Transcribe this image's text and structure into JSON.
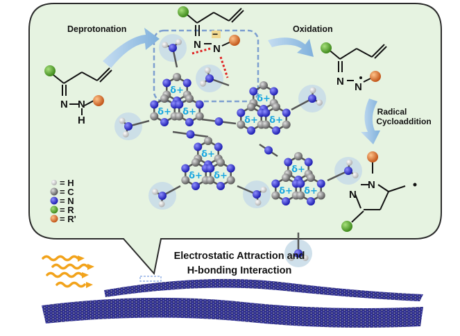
{
  "labels": {
    "deprotonation": "Deprotonation",
    "oxidation": "Oxidation",
    "radical_line1": "Radical",
    "radical_line2": "Cycloaddition",
    "caption_line1": "Electrostatic Attraction and",
    "caption_line2": "H-bonding Interaction",
    "delta": "δ+",
    "minus": "−"
  },
  "atoms": {
    "N": "N",
    "H": "H"
  },
  "legend": [
    {
      "text": "= H",
      "color": "#f2f2f2"
    },
    {
      "text": "= C",
      "color": "#8c8c8c"
    },
    {
      "text": "= N",
      "color": "#2a2ad8"
    },
    {
      "text": "= R",
      "color": "#5aa832"
    },
    {
      "text": "= R'",
      "color": "#e07a26"
    }
  ],
  "colors": {
    "bubble_fill": "#e6f3e1",
    "bubble_stroke": "#2b2b2b",
    "arrow": "#9cc3e4",
    "nitrogen": "#2a2ad8",
    "carbon": "#8c8c8c",
    "hydrogen": "#f2f2f2",
    "halo": "#c7dbe8",
    "hbond": "#e02020",
    "delta": "#1aa7e0",
    "r_group": "#5aa832",
    "r_prime": "#e07a26",
    "sheet": "#23236e",
    "light": "#f2a31b"
  }
}
